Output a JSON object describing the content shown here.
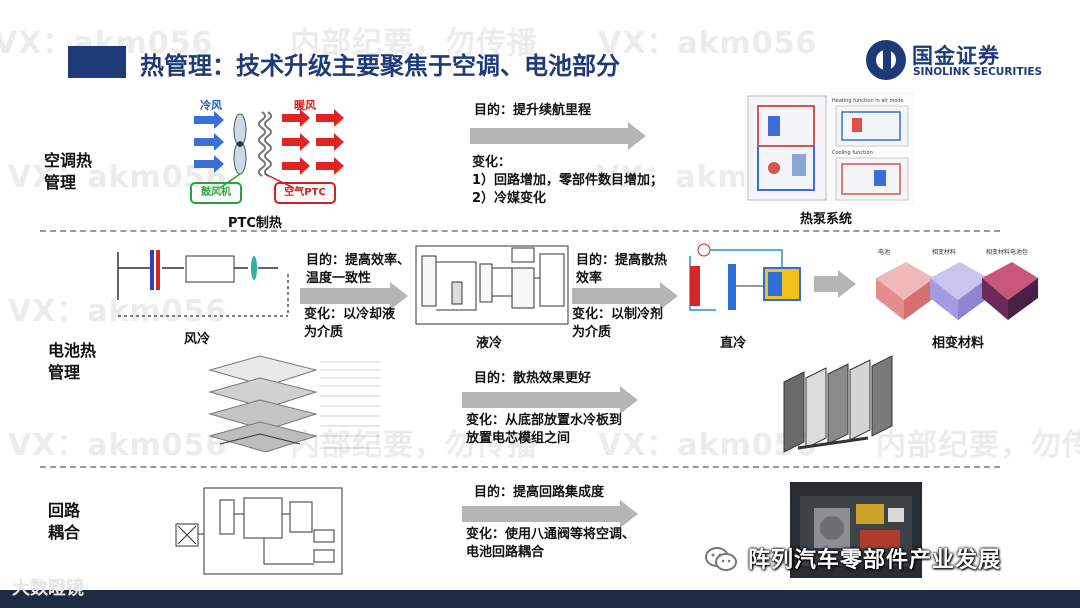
{
  "watermark": {
    "id": "VX：akm056",
    "text": "内部纪要，勿传播"
  },
  "header": {
    "title": "热管理：技术升级主要聚焦于空调、电池部分"
  },
  "logo": {
    "cn": "国金证券",
    "en": "SINOLINK SECURITIES"
  },
  "ac": {
    "section": "空调热\n管理",
    "cold_label": "冷风",
    "hot_label": "暖风",
    "fan_label": "鼓风机",
    "ptc_label": "空气PTC",
    "ptc_caption": "PTC制热",
    "goal": "目的：提升续航里程",
    "change_title": "变化：",
    "change_1": "1）回路增加，零部件数目增加；",
    "change_2": "2）冷媒变化",
    "hp_caption": "热泵系统"
  },
  "battery": {
    "section": "电池热\n管理",
    "air_caption": "风冷",
    "goal1": "目的：提高效率、\n温度一致性",
    "change1": "变化：以冷却液\n为介质",
    "liquid_caption": "液冷",
    "goal2": "目的：提高散热\n效率",
    "change2": "变化：以制冷剂\n为介质",
    "direct_caption": "直冷",
    "pcm_caption": "相变材料",
    "goal3": "目的：散热效果更好",
    "change3": "变化：从底部放置水冷板到\n放置电芯模组之间"
  },
  "loop": {
    "section": "回路\n耦合",
    "goal": "目的：提高回路集成度",
    "change": "变化：使用八通阀等将空调、\n电池回路耦合"
  },
  "footer": {
    "brand": "大数瞪镜",
    "wechat": "阵列汽车零部件产业发展"
  }
}
